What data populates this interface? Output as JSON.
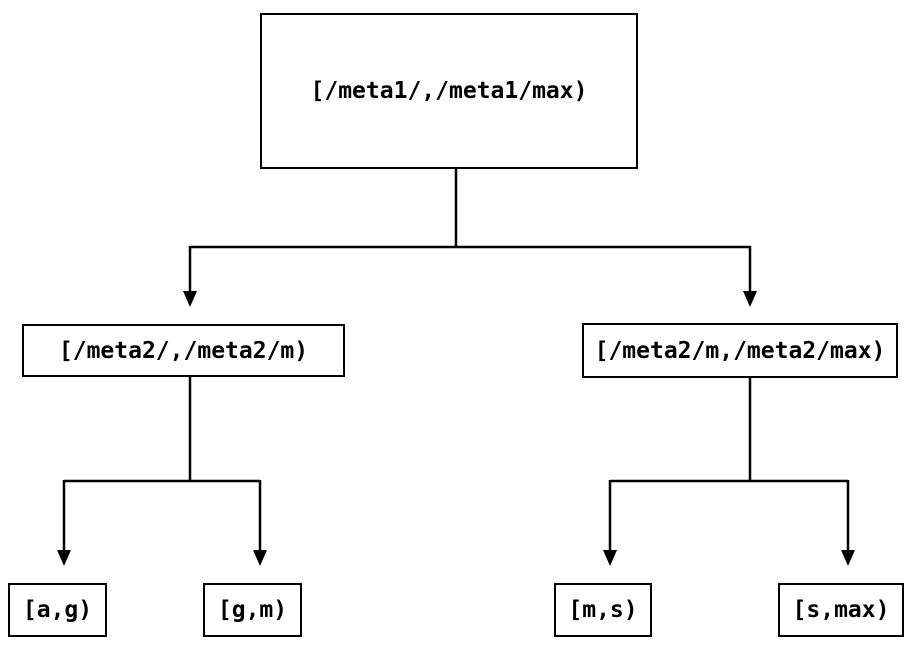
{
  "diagram": {
    "type": "binary-interval-partition-tree",
    "background_color": "#ffffff",
    "line_color": "#000000",
    "text_color": "#000000",
    "box_fill": "#ffffff",
    "box_border_color": "#000000",
    "nodes": {
      "root": {
        "label": "[/meta1/,/meta1/max)"
      },
      "left": {
        "label": "[/meta2/,/meta2/m)"
      },
      "right": {
        "label": "[/meta2/m,/meta2/max)"
      },
      "leaf_ag": {
        "label": "[a,g)"
      },
      "leaf_gm": {
        "label": "[g,m)"
      },
      "leaf_ms": {
        "label": "[m,s)"
      },
      "leaf_smax": {
        "label": "[s,max)"
      }
    },
    "edges": [
      {
        "from": "root",
        "to": "left"
      },
      {
        "from": "root",
        "to": "right"
      },
      {
        "from": "left",
        "to": "leaf_ag"
      },
      {
        "from": "left",
        "to": "leaf_gm"
      },
      {
        "from": "right",
        "to": "leaf_ms"
      },
      {
        "from": "right",
        "to": "leaf_smax"
      }
    ]
  }
}
